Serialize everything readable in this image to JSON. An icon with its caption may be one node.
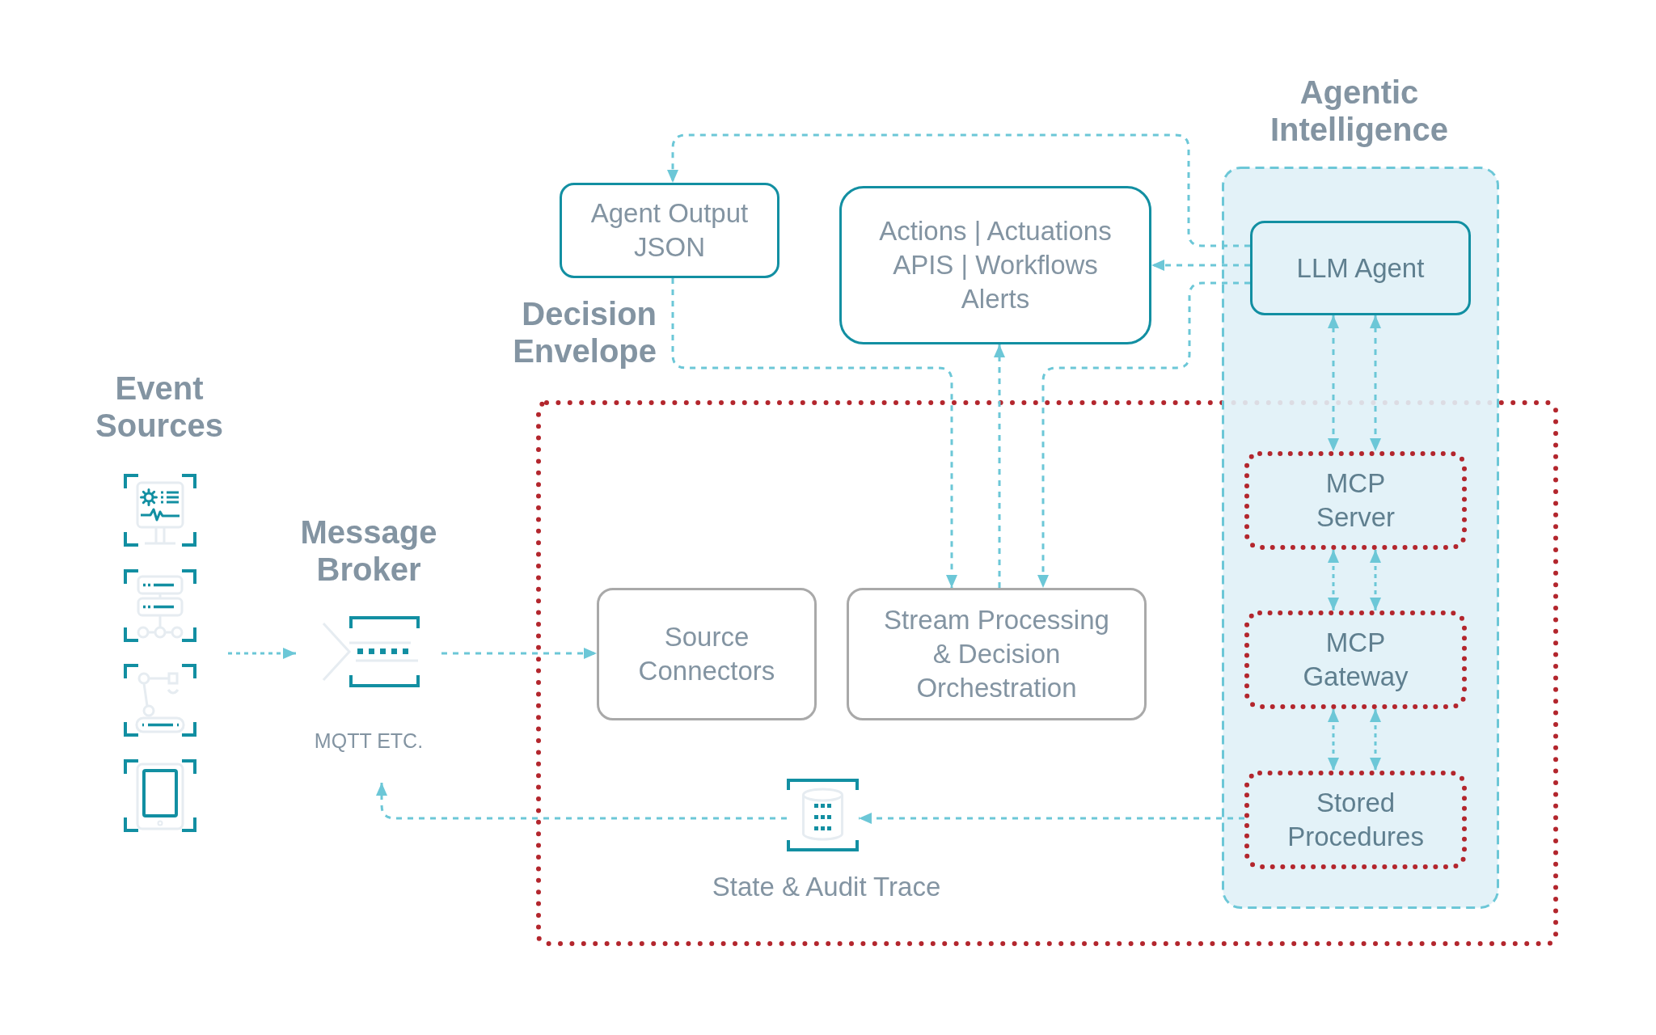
{
  "diagram": {
    "nodes": [
      {
        "text": [
          "Event Sources"
        ]
      },
      {
        "text": [
          "Message Broker",
          "MQTT ETC."
        ]
      },
      {
        "text": [
          "Agent Output JSON"
        ]
      },
      {
        "text": [
          "Actions | Actuations APIS | Workflows Alerts"
        ]
      },
      {
        "text": [
          "Agentic Intelligence"
        ]
      },
      {
        "text": [
          "LLM Agent"
        ],
        "in": 4
      },
      {
        "text": [
          "Decision Envelope"
        ]
      },
      {
        "text": [
          "Source Connectors"
        ],
        "in": 6
      },
      {
        "text": [
          "Stream Processing & Decision Orchestration"
        ],
        "in": 6
      },
      {
        "text": [
          "MCP Server"
        ]
      },
      {
        "text": [
          "MCP Gateway"
        ]
      },
      {
        "text": [
          "Stored Procedures"
        ]
      },
      {
        "text": [],
        "shape": "cylinder",
        "beside": [
          "State & Audit Trace"
        ],
        "in": 6
      }
    ],
    "edges": [
      {
        "from": 0,
        "to": 1,
        "arrow": "to",
        "style": "dashed"
      },
      {
        "from": 1,
        "to": 7,
        "arrow": "to",
        "style": "dashed"
      },
      {
        "from": 8,
        "to": 3,
        "arrow": "to",
        "style": "dashed"
      },
      {
        "from": 2,
        "to": 8,
        "arrow": "to",
        "style": "dashed"
      },
      {
        "from": 5,
        "to": 8,
        "arrow": "to",
        "style": "dashed"
      },
      {
        "from": 5,
        "to": 3,
        "arrow": "to",
        "style": "dashed"
      },
      {
        "from": 5,
        "to": 2,
        "arrow": "to",
        "style": "dashed"
      },
      {
        "from": 5,
        "to": 9,
        "arrow": "both",
        "style": "dashed"
      },
      {
        "from": 5,
        "to": 9,
        "arrow": "both",
        "style": "dashed"
      },
      {
        "from": 9,
        "to": 10,
        "arrow": "both",
        "style": "dashed"
      },
      {
        "from": 9,
        "to": 10,
        "arrow": "both",
        "style": "dashed"
      },
      {
        "from": 10,
        "to": 11,
        "arrow": "both",
        "style": "dashed"
      },
      {
        "from": 10,
        "to": 11,
        "arrow": "both",
        "style": "dashed"
      },
      {
        "from": 11,
        "to": 12,
        "arrow": "to",
        "style": "dashed"
      },
      {
        "from": 12,
        "to": 1,
        "arrow": "to",
        "style": "dashed"
      }
    ]
  }
}
